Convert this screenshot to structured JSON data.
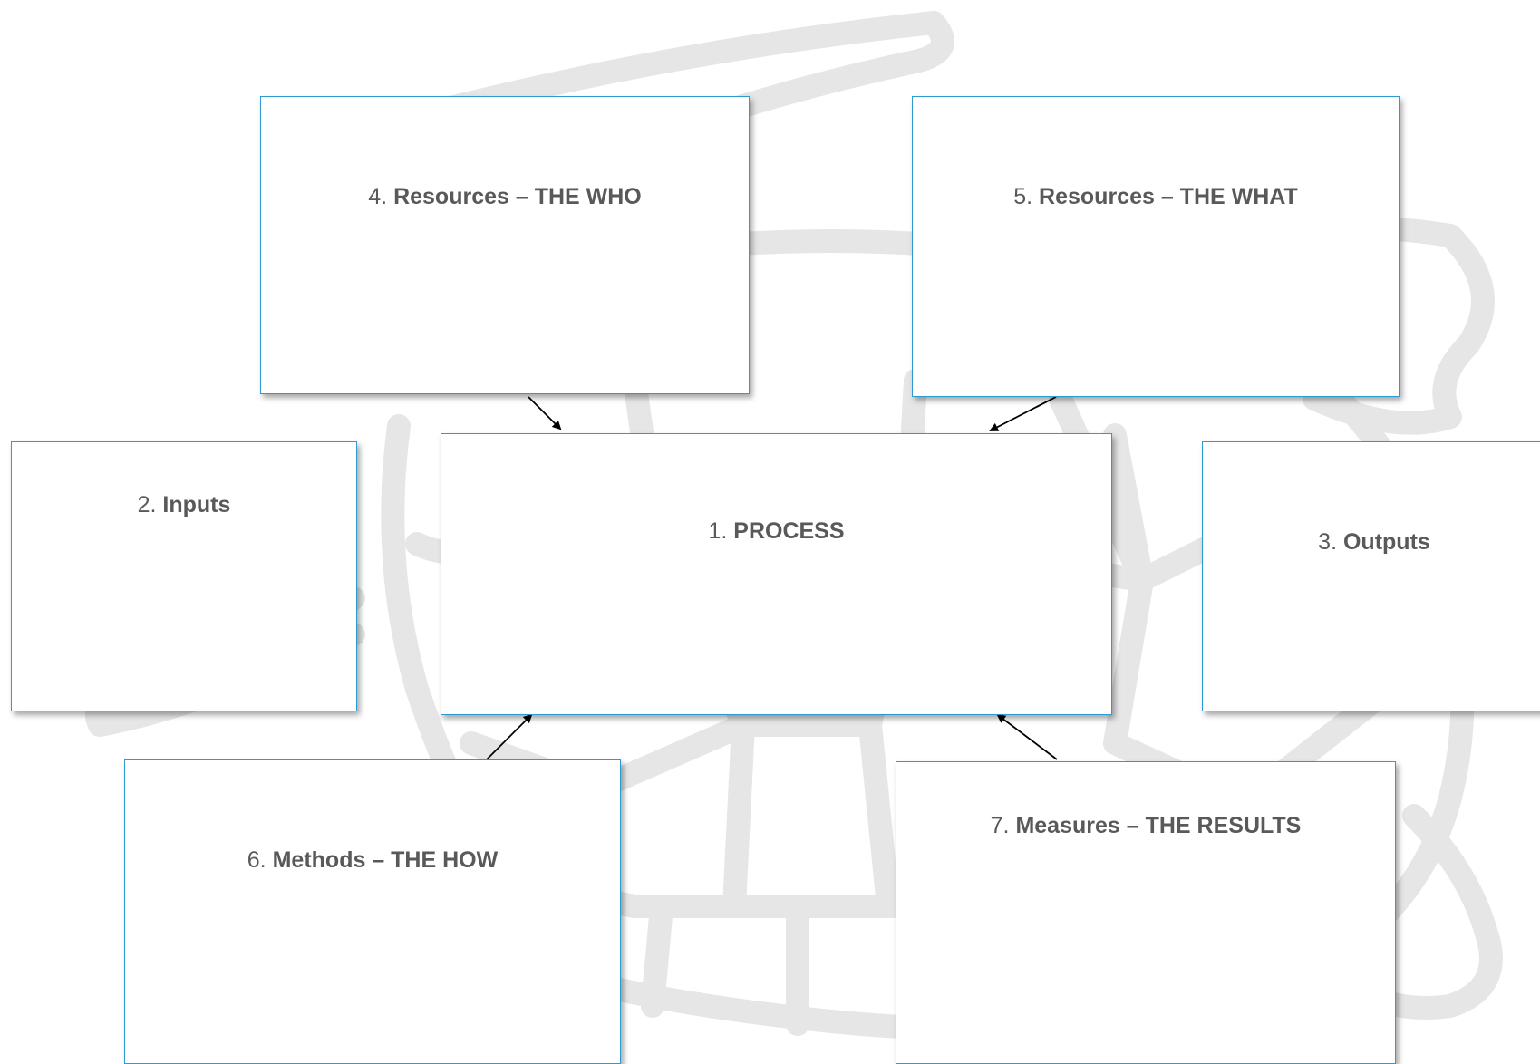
{
  "boxes": {
    "process": {
      "number": "1.",
      "title": "PROCESS"
    },
    "inputs": {
      "number": "2.",
      "title": "Inputs"
    },
    "outputs": {
      "number": "3.",
      "title": "Outputs"
    },
    "who": {
      "number": "4.",
      "title": "Resources – THE WHO"
    },
    "what": {
      "number": "5.",
      "title": "Resources – THE WHAT"
    },
    "how": {
      "number": "6.",
      "title": "Methods – THE HOW"
    },
    "results": {
      "number": "7.",
      "title": "Measures – THE RESULTS"
    }
  },
  "colors": {
    "box_border": "#2e9ad3",
    "label_text": "#595959",
    "watermark": "#e6e6e6",
    "arrow": "#000000"
  },
  "background_icon": "turtle-watermark-icon"
}
